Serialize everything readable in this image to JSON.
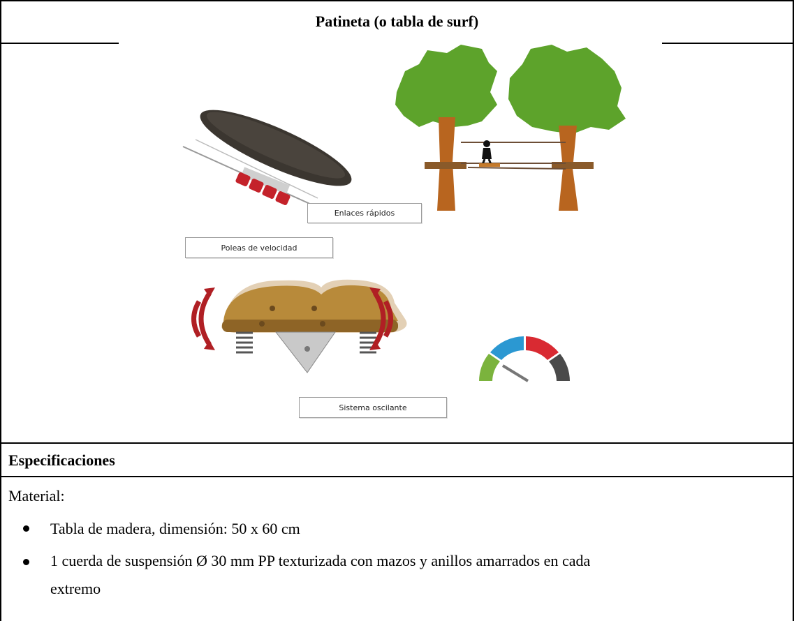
{
  "title": "Patineta (o tabla de surf)",
  "figure": {
    "labels": {
      "quick_links": "Enlaces rápidos",
      "speed_pulleys": "Poleas de velocidad",
      "oscillating_system": "Sistema oscilante"
    },
    "icons": [
      "skateboard-on-cable-icon",
      "trees-zipline-icon",
      "oscillating-board-icon",
      "speed-gauge-icon"
    ],
    "colors": {
      "tree_green": "#5da32b",
      "trunk": "#b8651f",
      "board_dark": "#3b3630",
      "wheel_red": "#c4222a",
      "arrow_red": "#b01f24",
      "wood": "#b88a3a",
      "gauge_green": "#7bb33d",
      "gauge_blue": "#2b98d2",
      "gauge_red": "#d92a32",
      "gauge_dark": "#4a4a4a"
    }
  },
  "specs_heading": "Especificaciones",
  "material_label": "Material:",
  "items": [
    {
      "line1": "Tabla de madera, dimensión: 50 x 60 cm",
      "line2": ""
    },
    {
      "line1": "1 cuerda de suspensión Ø 30 mm PP texturizada con mazos y anillos amarrados en cada",
      "line2": "extremo"
    }
  ]
}
